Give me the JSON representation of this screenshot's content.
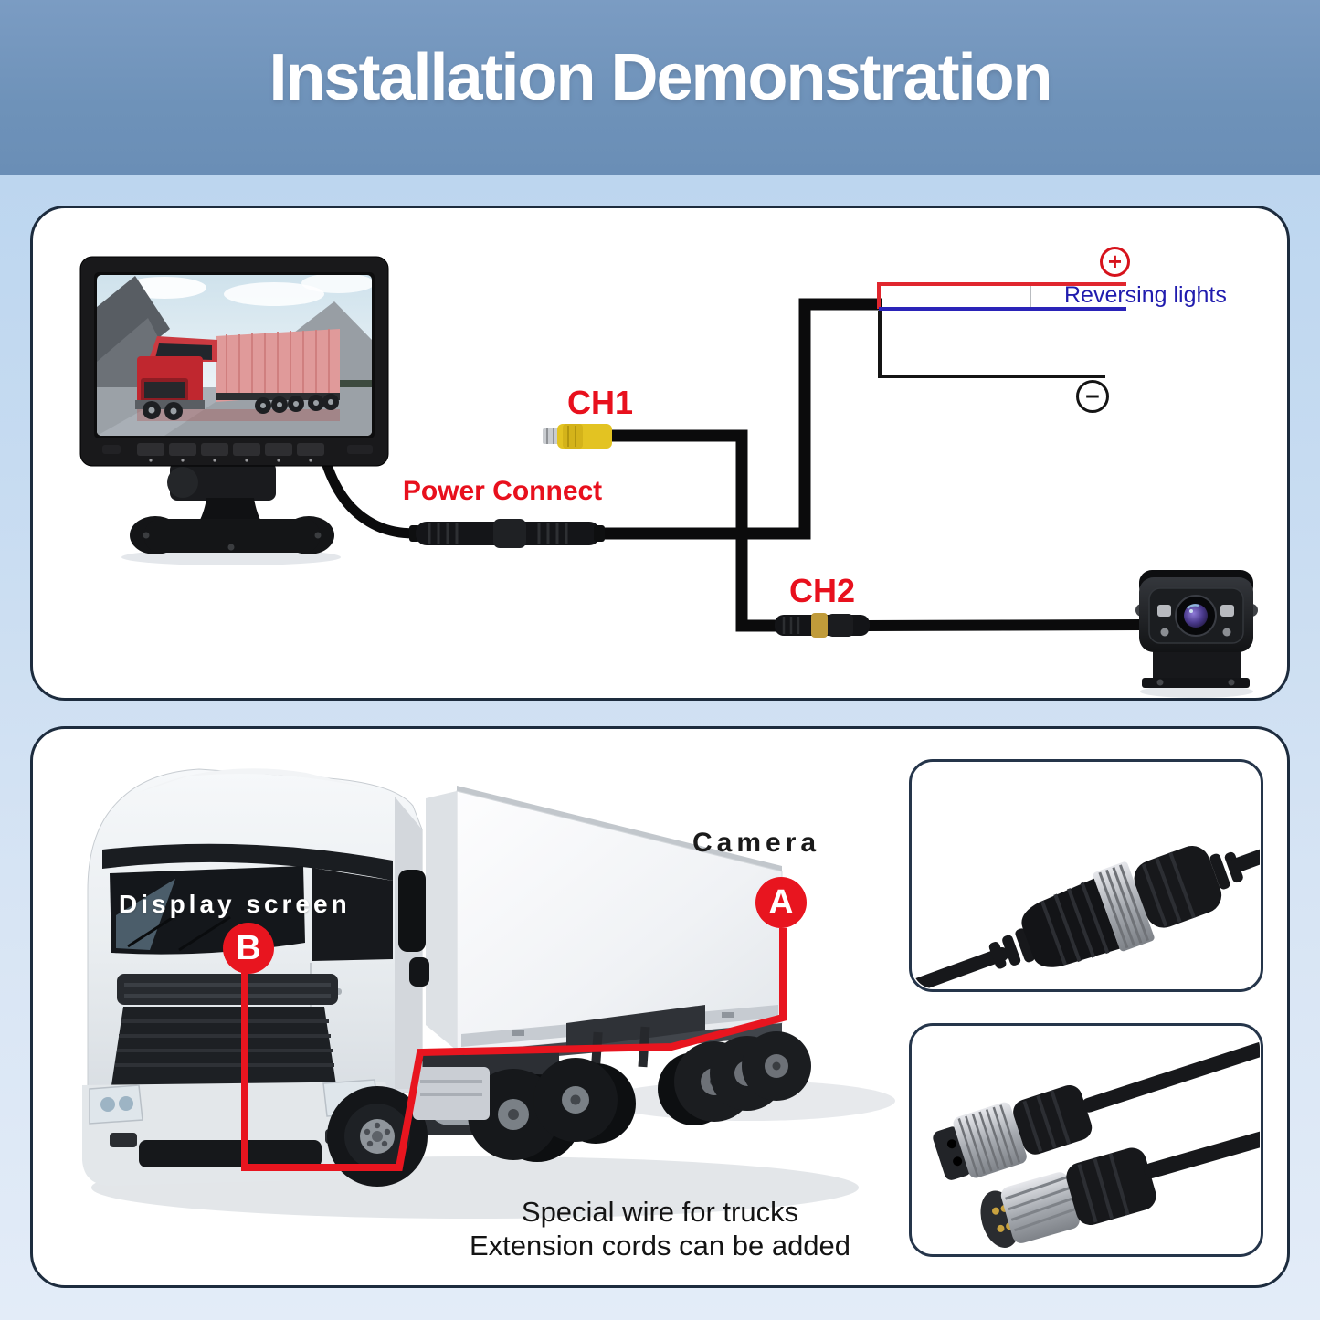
{
  "title": "Installation Demonstration",
  "top_panel": {
    "ch1_label": "CH1",
    "ch2_label": "CH2",
    "power_label": "Power Connect",
    "reversing_label": "Reversing lights",
    "plus_symbol": "+",
    "minus_symbol": "−"
  },
  "bottom_panel": {
    "display_screen_label": "Display screen",
    "camera_label": "Camera",
    "marker_a": "A",
    "marker_b": "B",
    "note_line1": "Special wire for trucks",
    "note_line2": "Extension cords can be added"
  },
  "colors": {
    "header_band": "#6e92b9",
    "background_light": "#bdd7ef",
    "panel_border": "#1d2c3e",
    "label_red": "#e8101d",
    "reversing_text_blue": "#201cae",
    "wire_black": "#0b0b0c",
    "wire_red": "#e0262e",
    "wire_blue": "#2a23b8",
    "marker_red": "#e8151f",
    "rca_yellow": "#e3c322"
  }
}
